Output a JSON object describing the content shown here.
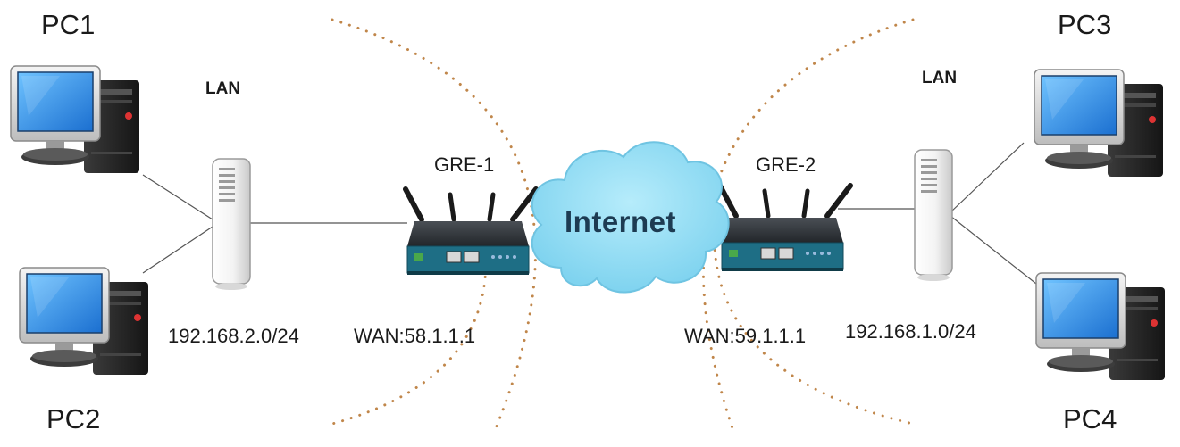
{
  "pcs": [
    {
      "id": "pc1",
      "label": "PC1"
    },
    {
      "id": "pc2",
      "label": "PC2"
    },
    {
      "id": "pc3",
      "label": "PC3"
    },
    {
      "id": "pc4",
      "label": "PC4"
    }
  ],
  "lan_left": {
    "label": "LAN",
    "subnet": "192.168.2.0/24"
  },
  "lan_right": {
    "label": "LAN",
    "subnet": "192.168.1.0/24"
  },
  "router_left": {
    "label": "GRE-1",
    "wan": "WAN:58.1.1.1"
  },
  "router_right": {
    "label": "GRE-2",
    "wan": "WAN:59.1.1.1"
  },
  "cloud": {
    "label": "Internet",
    "color": "#8fdcf3"
  },
  "colors": {
    "router_body": "#2b2f33",
    "router_panel": "#1f6f86",
    "monitor_screen": "#2f8fe0",
    "dots": "#c0864a",
    "link_line": "#555555"
  }
}
